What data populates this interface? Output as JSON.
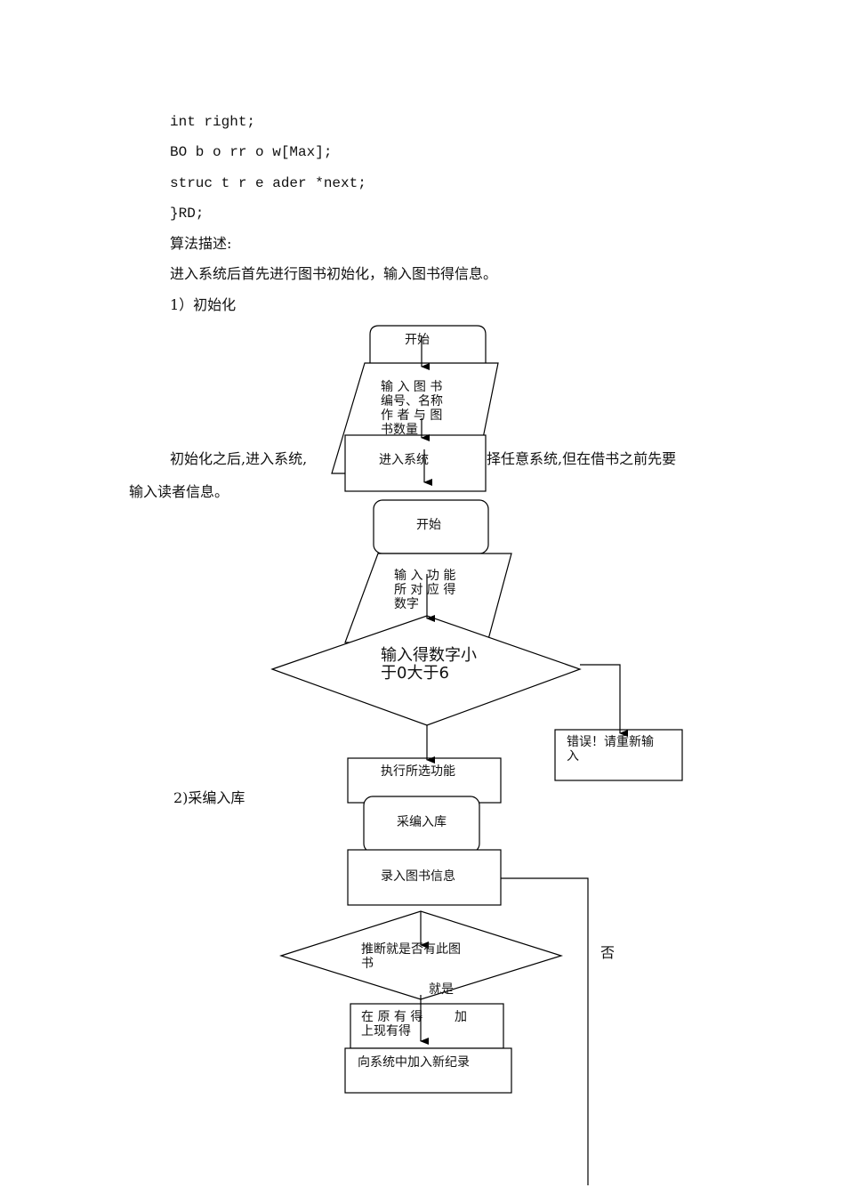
{
  "code_lines": [
    "int right;",
    "BO b o rr o w[Max];",
    "struc t r e ader  *next;",
    "}RD;"
  ],
  "heading_algo": "算法描述:",
  "para1": "进入系统后首先进行图书初始化，输入图书得信息。",
  "section1": "1）初始化",
  "para2_a": "初始化之后,进入系统,",
  "para2_b": "择任意系统,但在借书之前先要",
  "para2_c": "输入读者信息。",
  "section2": "2)采编入库",
  "flow1": {
    "start": "开始",
    "input": "输 入 图 书\n编号、名称\n作 者 与 图\n书数量",
    "enter": "进入系统"
  },
  "flow2": {
    "start": "开始",
    "input": "输 入 功 能\n所 对 应 得\n数字",
    "decision": "输入得数字小\n于0大于6",
    "error": "错误！请重新输\n入",
    "execute": "执行所选功能"
  },
  "flow3": {
    "start": "采编入库",
    "record": "录入图书信息",
    "decision": "推断就是否有此图\n书",
    "no_label": "否",
    "yes_label": "就是",
    "add_existing": "在 原 有 得        加\n上现有得",
    "add_new": "向系统中加入新纪录"
  }
}
